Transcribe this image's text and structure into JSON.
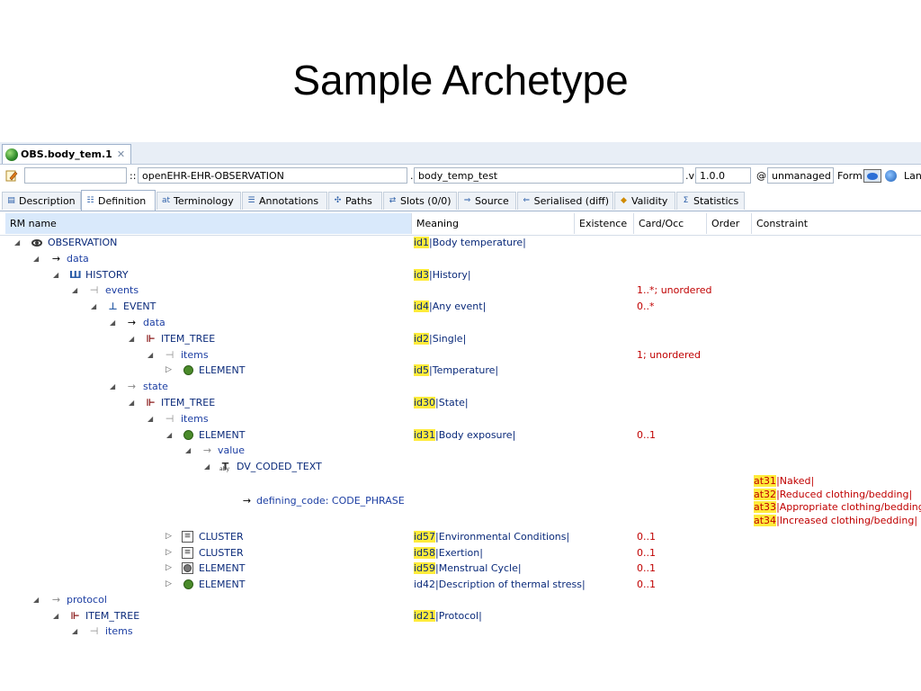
{
  "slide": {
    "title": "Sample Archetype"
  },
  "editor": {
    "tab_title": "OBS.body_tem.1",
    "toolbar": {
      "prefix_value": "",
      "sep1": "::",
      "rm_value": "openEHR-EHR-OBSERVATION",
      "sep2": ".",
      "concept_value": "body_temp_test",
      "sep3": ".v",
      "version_value": "1.0.0",
      "sep4": "@",
      "status_value": "unmanaged",
      "form_label": "Form",
      "lang_label": "Lan"
    },
    "tabs": [
      {
        "label": "Description"
      },
      {
        "label": "Definition"
      },
      {
        "label": "Terminology"
      },
      {
        "label": "Annotations"
      },
      {
        "label": "Paths"
      },
      {
        "label": "Slots (0/0)"
      },
      {
        "label": "Source"
      },
      {
        "label": "Serialised (diff)"
      },
      {
        "label": "Validity"
      },
      {
        "label": "Statistics"
      }
    ],
    "columns": {
      "rm_name": "RM name",
      "meaning": "Meaning",
      "existence": "Existence",
      "card_occ": "Card/Occ",
      "order": "Order",
      "constraint": "Constraint"
    },
    "rows": [
      {
        "label": "OBSERVATION",
        "code": "id1",
        "meaning": "|Body temperature|",
        "occ": ""
      },
      {
        "label": "data",
        "code": "",
        "meaning": "",
        "occ": ""
      },
      {
        "label": "HISTORY",
        "code": "id3",
        "meaning": "|History|",
        "occ": ""
      },
      {
        "label": "events",
        "code": "",
        "meaning": "",
        "occ": "1..*; unordered"
      },
      {
        "label": "EVENT",
        "code": "id4",
        "meaning": "|Any event|",
        "occ": "0..*"
      },
      {
        "label": "data",
        "code": "",
        "meaning": "",
        "occ": ""
      },
      {
        "label": "ITEM_TREE",
        "code": "id2",
        "meaning": "|Single|",
        "occ": ""
      },
      {
        "label": "items",
        "code": "",
        "meaning": "",
        "occ": "1; unordered"
      },
      {
        "label": "ELEMENT",
        "code": "id5",
        "meaning": "|Temperature|",
        "occ": ""
      },
      {
        "label": "state",
        "code": "",
        "meaning": "",
        "occ": ""
      },
      {
        "label": "ITEM_TREE",
        "code": "id30",
        "meaning": "|State|",
        "occ": ""
      },
      {
        "label": "items",
        "code": "",
        "meaning": "",
        "occ": ""
      },
      {
        "label": "ELEMENT",
        "code": "id31",
        "meaning": "|Body exposure|",
        "occ": "0..1"
      },
      {
        "label": "value",
        "code": "",
        "meaning": "",
        "occ": ""
      },
      {
        "label": "DV_CODED_TEXT",
        "code": "",
        "meaning": "",
        "occ": ""
      },
      {
        "label": "defining_code: CODE_PHRASE",
        "code": "",
        "meaning": "",
        "occ": ""
      },
      {
        "label": "CLUSTER",
        "code": "id57",
        "meaning": "|Environmental Conditions|",
        "occ": "0..1"
      },
      {
        "label": "CLUSTER",
        "code": "id58",
        "meaning": "|Exertion|",
        "occ": "0..1"
      },
      {
        "label": "ELEMENT",
        "code": "id59",
        "meaning": "|Menstrual Cycle|",
        "occ": "0..1"
      },
      {
        "label": "ELEMENT",
        "code": "id42",
        "meaning": "|Description of thermal stress|",
        "occ": "0..1"
      },
      {
        "label": "protocol",
        "code": "",
        "meaning": "",
        "occ": ""
      },
      {
        "label": "ITEM_TREE",
        "code": "id21",
        "meaning": "|Protocol|",
        "occ": ""
      },
      {
        "label": "items",
        "code": "",
        "meaning": "",
        "occ": ""
      }
    ],
    "constraints": [
      {
        "code": "at31",
        "text": "|Naked|"
      },
      {
        "code": "at32",
        "text": "|Reduced clothing/bedding|"
      },
      {
        "code": "at33",
        "text": "|Appropriate clothing/bedding|"
      },
      {
        "code": "at34",
        "text": "|Increased clothing/bedding|"
      }
    ],
    "dv_sub": "aby"
  }
}
